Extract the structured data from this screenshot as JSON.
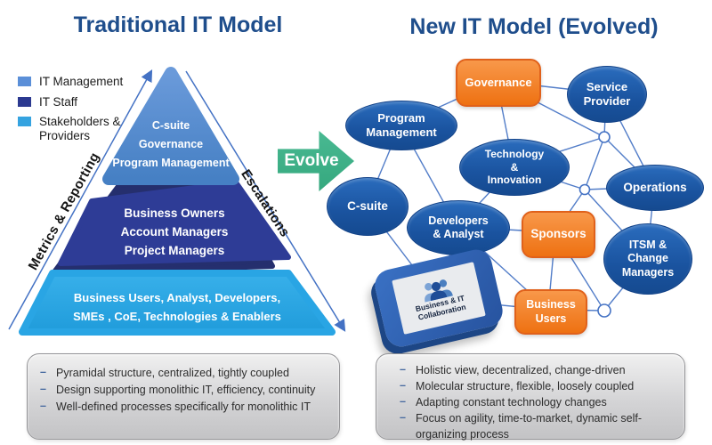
{
  "left": {
    "title": "Traditional IT Model",
    "legend": [
      {
        "label": "IT Management",
        "color": "#5b8fd8"
      },
      {
        "label": "IT Staff",
        "color": "#2b3990"
      },
      {
        "label": "Stakeholders & Providers",
        "color": "#35a3e0"
      }
    ],
    "pyramid": {
      "top": [
        "C-suite",
        "Governance",
        "Program Management"
      ],
      "middle": [
        "Business Owners",
        "Account Managers",
        "Project Managers"
      ],
      "bottom": [
        "Business Users, Analyst, Developers,",
        "SMEs , CoE, Technologies & Enablers"
      ]
    },
    "metrics_label": "Metrics & Reporting",
    "escalations_label": "Escalations",
    "summary": [
      "Pyramidal structure, centralized, tightly coupled",
      "Design supporting monolithic IT, efficiency, continuity",
      "Well-defined processes specifically for monolithic IT"
    ]
  },
  "evolve": {
    "label": "Evolve"
  },
  "right": {
    "title": "New IT Model (Evolved)",
    "nodes": {
      "governance": [
        "Governance"
      ],
      "service_provider": [
        "Service",
        "Provider"
      ],
      "program_management": [
        "Program",
        "Management"
      ],
      "technology_innovation": [
        "Technology",
        "&",
        "Innovation"
      ],
      "operations": [
        "Operations"
      ],
      "c_suite": [
        "C-suite"
      ],
      "developers_analyst": [
        "Developers",
        "& Analyst"
      ],
      "sponsors": [
        "Sponsors"
      ],
      "itsm_change_managers": [
        "ITSM &",
        "Change",
        "Managers"
      ],
      "business_users": [
        "Business",
        "Users"
      ]
    },
    "badge": {
      "label": "Business & IT Collaboration"
    },
    "summary": [
      "Holistic view, decentralized, change-driven",
      "Molecular structure, flexible, loosely coupled",
      "Adapting constant technology changes",
      "Focus on agility, time-to-market, dynamic self-organizing process"
    ]
  },
  "colors": {
    "title": "#1f4e8c",
    "accent_line": "#4472c4",
    "tier_top": "#5189cf",
    "tier_middle": "#2e3c96",
    "tier_bottom": "#2ba7e5",
    "node_blue": "#1b5cab",
    "node_orange": "#ee7112",
    "evolve_green": "#3cb287"
  }
}
